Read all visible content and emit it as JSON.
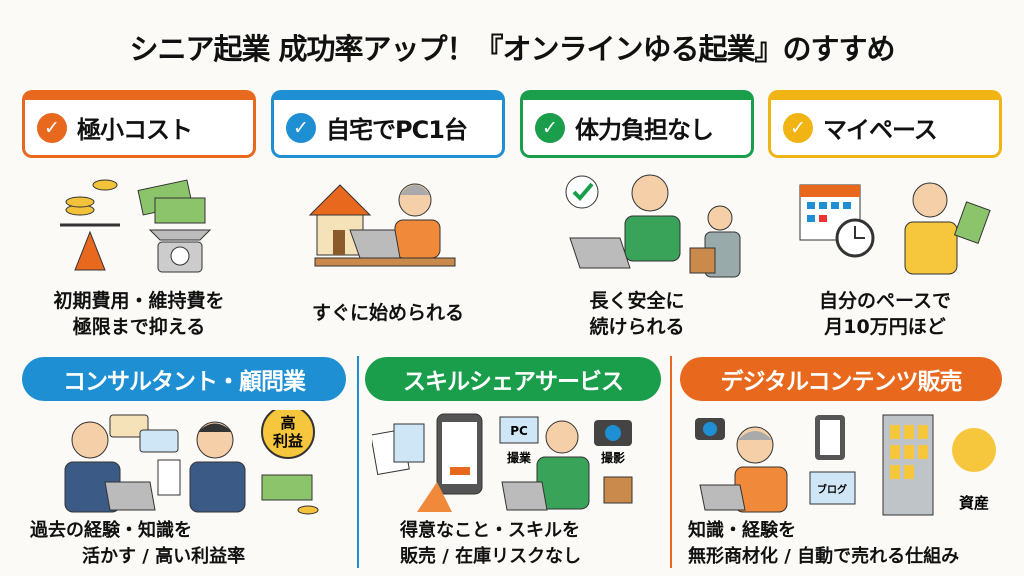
{
  "title": "シニア起業 成功率アップ！『オンラインゆる起業』のすすめ",
  "colors": {
    "orange": "#e8681e",
    "blue": "#1f8fd4",
    "green": "#1a9e4c",
    "yellow": "#f0b415"
  },
  "features": [
    {
      "label": "極小コスト",
      "caption": [
        "初期費用・維持費を",
        "極限まで抑える"
      ],
      "icon": "check-icon"
    },
    {
      "label": "自宅でPC1台",
      "caption": [
        "すぐに始められる"
      ],
      "icon": "check-icon"
    },
    {
      "label": "体力負担なし",
      "caption": [
        "長く安全に",
        "続けられる"
      ],
      "icon": "check-icon"
    },
    {
      "label": "マイペース",
      "caption": [
        "自分のペースで",
        "月10万円ほど"
      ],
      "icon": "check-icon"
    }
  ],
  "businesses": [
    {
      "label": "コンサルタント・顧問業",
      "caption": [
        "過去の経験・知識を",
        "活かす / 高い利益率"
      ],
      "badge": [
        "高",
        "利益"
      ]
    },
    {
      "label": "スキルシェアサービス",
      "caption": [
        "得意なこと・スキルを",
        "販売 / 在庫リスクなし"
      ],
      "tags": [
        "PC",
        "撮業",
        "撮影"
      ]
    },
    {
      "label": "デジタルコンテンツ販売",
      "caption": [
        "知識・経験を",
        "無形商材化 / 自動で売れる仕組み"
      ],
      "tags": [
        "ブログ",
        "資産"
      ]
    }
  ]
}
